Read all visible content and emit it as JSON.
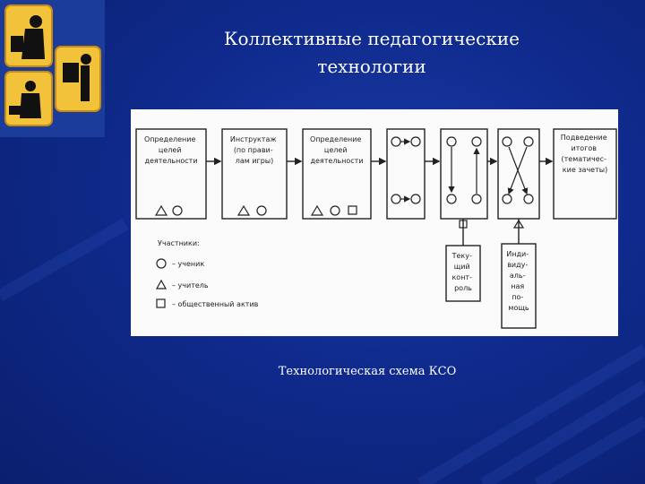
{
  "slide": {
    "title_line1": "Коллективные педагогические",
    "title_line2": "технологии",
    "caption": "Технологическая схема КСО"
  },
  "diagram": {
    "box1": [
      "Определение",
      "целей",
      "деятельности"
    ],
    "box2": [
      "Инструктаж",
      "(по прави-",
      "лам игры)"
    ],
    "box3": [
      "Определение",
      "целей",
      "деятельности"
    ],
    "box6": [
      "Подведение",
      "итогов",
      "(тематичес-",
      "кие зачеты)"
    ],
    "control": [
      "Теку-",
      "щий",
      "конт-",
      "роль"
    ],
    "help": [
      "Инди-",
      "виду-",
      "аль-",
      "ная",
      "по-",
      "мощь"
    ],
    "legend_title": "Участники:",
    "legend": [
      {
        "symbol": "circle",
        "label": "– ученик"
      },
      {
        "symbol": "triangle",
        "label": "– учитель"
      },
      {
        "symbol": "square",
        "label": "– общественный актив"
      }
    ]
  },
  "colors": {
    "background": "#0f2a8c",
    "logo_tile": "#f2c23a"
  }
}
